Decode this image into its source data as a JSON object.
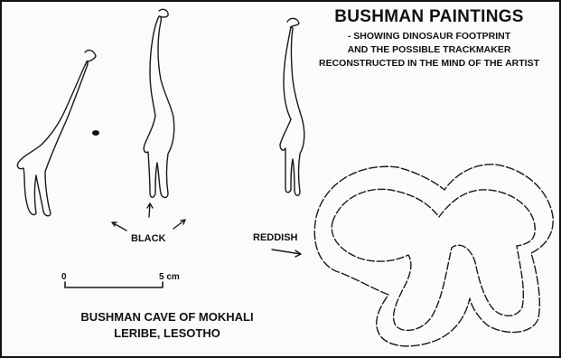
{
  "title": "BUSHMAN PAINTINGS",
  "subtitle_lines": [
    "- SHOWING DINOSAUR FOOTPRINT",
    "AND THE POSSIBLE TRACKMAKER",
    "RECONSTRUCTED IN THE MIND OF THE ARTIST"
  ],
  "labels": {
    "black": "BLACK",
    "reddish": "REDDISH"
  },
  "scale": {
    "start": "0",
    "end": "5 cm"
  },
  "location_lines": [
    "BUSHMAN CAVE OF MOKHALI",
    "LERIBE, LESOTHO"
  ]
}
